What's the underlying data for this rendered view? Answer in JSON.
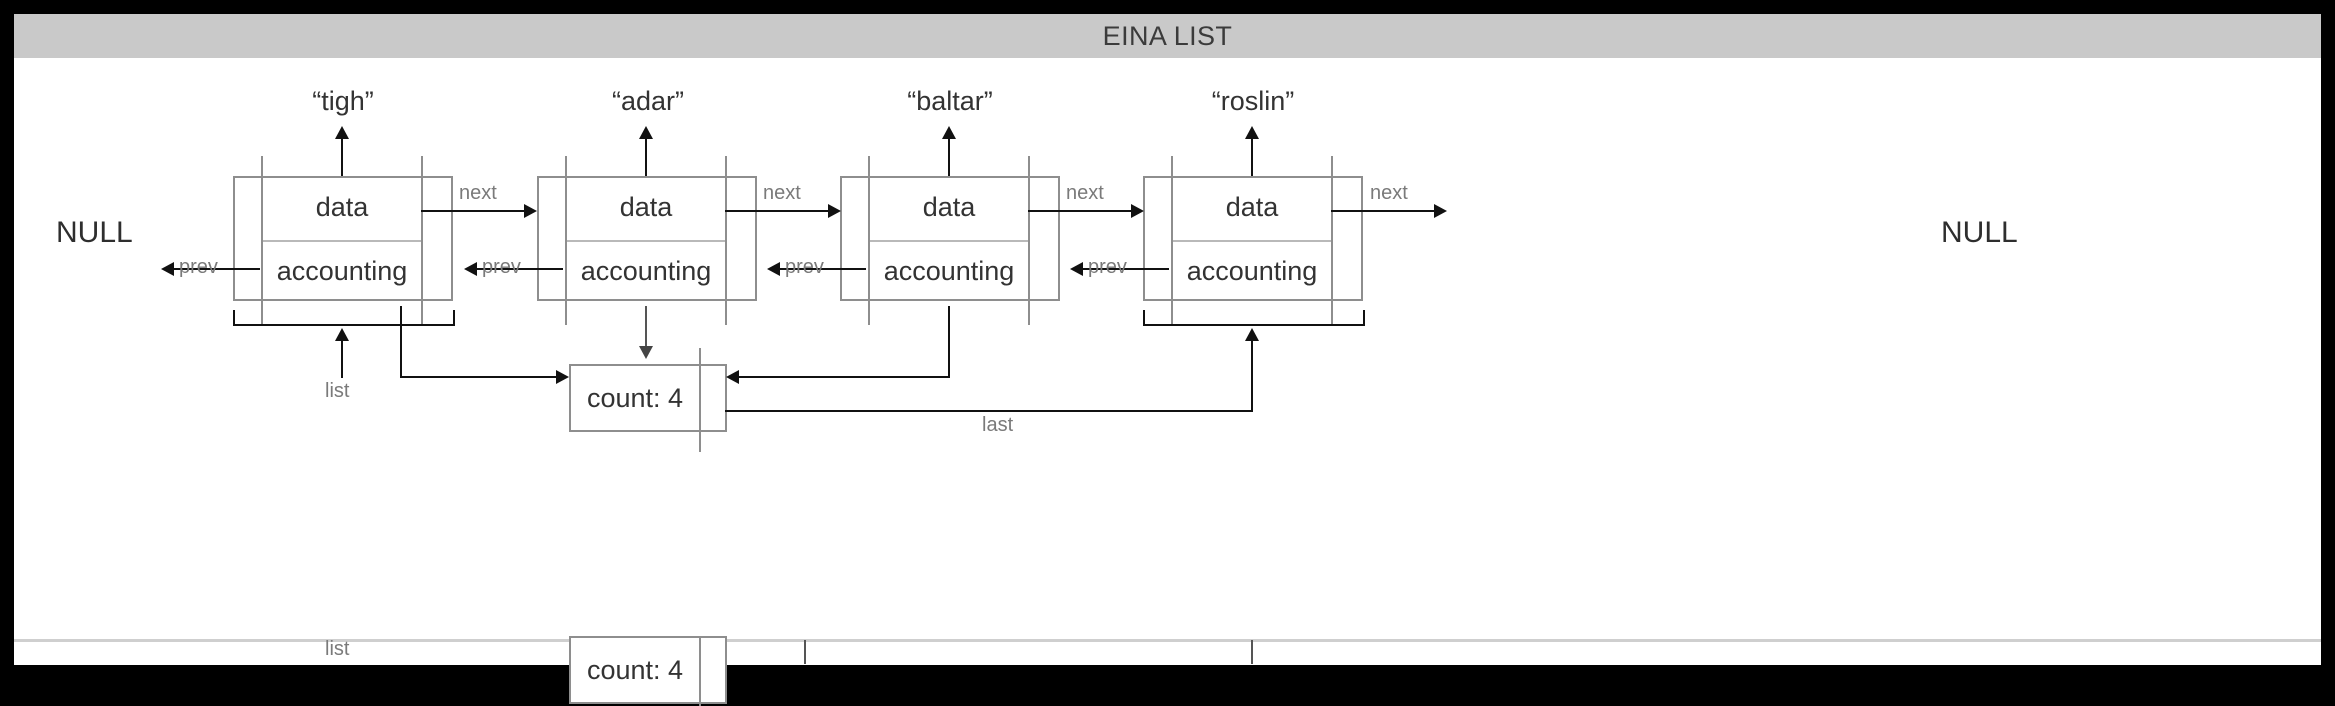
{
  "window": {
    "title": "EINA LIST",
    "titlebar_color": "#c9c9c9",
    "background_color": "#000000",
    "canvas_color": "#ffffff"
  },
  "diagram": {
    "kind": "doubly-linked-list",
    "terminators": {
      "left": "NULL",
      "right": "NULL"
    },
    "node_fields": {
      "data": "data",
      "accounting": "accounting"
    },
    "pointer_labels": {
      "next": "next",
      "prev": "prev"
    },
    "nodes": [
      {
        "value": "“tigh”",
        "data": "data",
        "accounting": "accounting"
      },
      {
        "value": "“adar”",
        "data": "data",
        "accounting": "accounting"
      },
      {
        "value": "“baltar”",
        "data": "data",
        "accounting": "accounting"
      },
      {
        "value": "“roslin”",
        "data": "data",
        "accounting": "accounting"
      }
    ],
    "header": {
      "count_label": "count: 4",
      "count_value": 4,
      "list_label": "list",
      "last_label": "last"
    },
    "arrows": {
      "next_labels": [
        "next",
        "next",
        "next",
        "next"
      ],
      "prev_labels": [
        "prev",
        "prev",
        "prev",
        "prev"
      ]
    }
  },
  "bottom_cut": {
    "list_label": "list",
    "count_label": "count: 4"
  }
}
